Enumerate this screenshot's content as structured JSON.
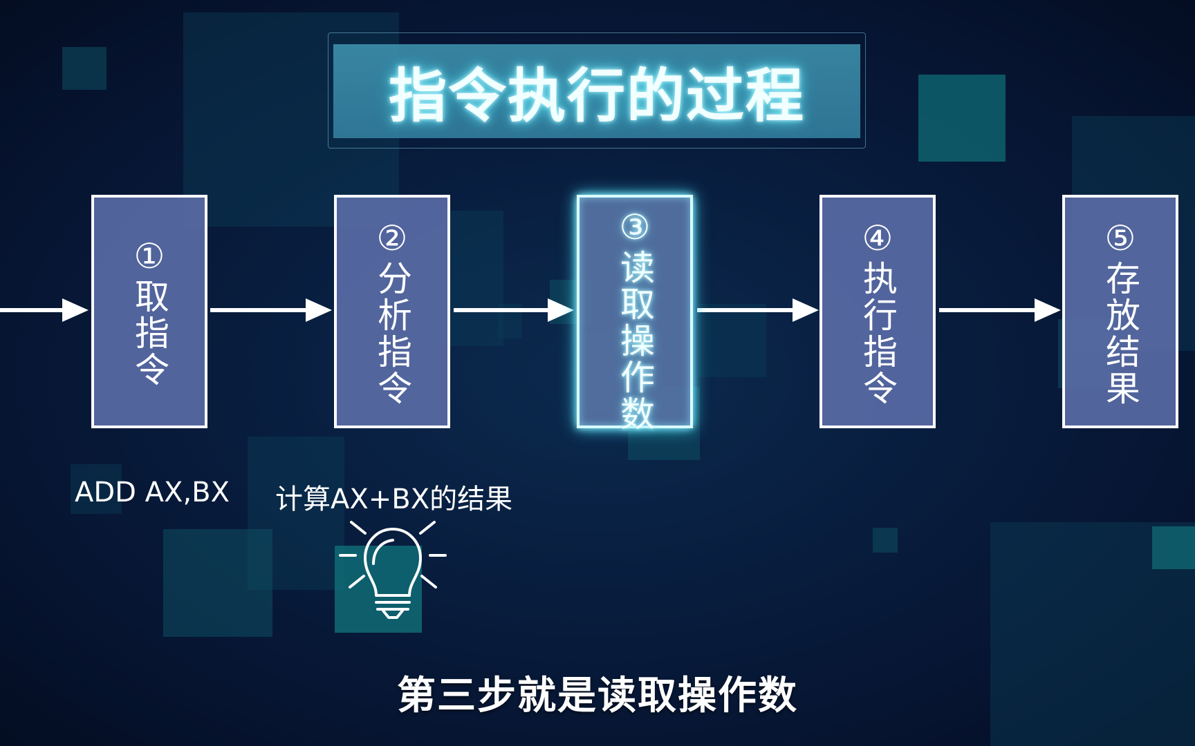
{
  "title": "指令执行的过程",
  "steps": [
    {
      "label": "①取指令"
    },
    {
      "label": "②分析指令"
    },
    {
      "label": "③读取操作数"
    },
    {
      "label": "④执行指令"
    },
    {
      "label": "⑤存放结果"
    }
  ],
  "active_step": 3,
  "annotations": {
    "instruction": "ADD AX,BX",
    "analysis": "计算AX+BX的结果"
  },
  "icons": {
    "idea": "lightbulb-icon",
    "flow": "arrow-right-icon"
  },
  "subtitle": "第三步就是读取操作数",
  "colors": {
    "box_fill": "#5c6eaa",
    "glow": "#45d6ef",
    "title_fill": "#3f92b0"
  }
}
